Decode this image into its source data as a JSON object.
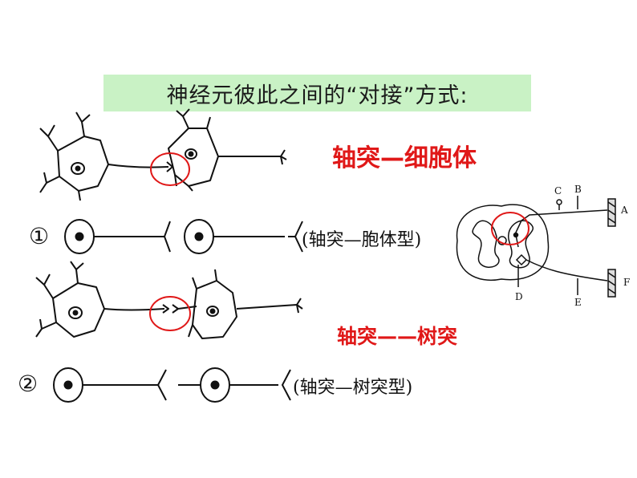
{
  "title": "神经元彼此之间的“对接”方式:",
  "type1": {
    "number": "①",
    "red_label": "轴突—细胞体",
    "type_label": "(轴突—胞体型)"
  },
  "type2": {
    "number": "②",
    "red_label": "轴突——树突",
    "type_label": "(轴突—树突型)"
  },
  "spinal_cord": {
    "labels": [
      "A",
      "B",
      "C",
      "D",
      "E",
      "F"
    ]
  },
  "colors": {
    "title_bg": "#c9f2c5",
    "red": "#e01818"
  }
}
